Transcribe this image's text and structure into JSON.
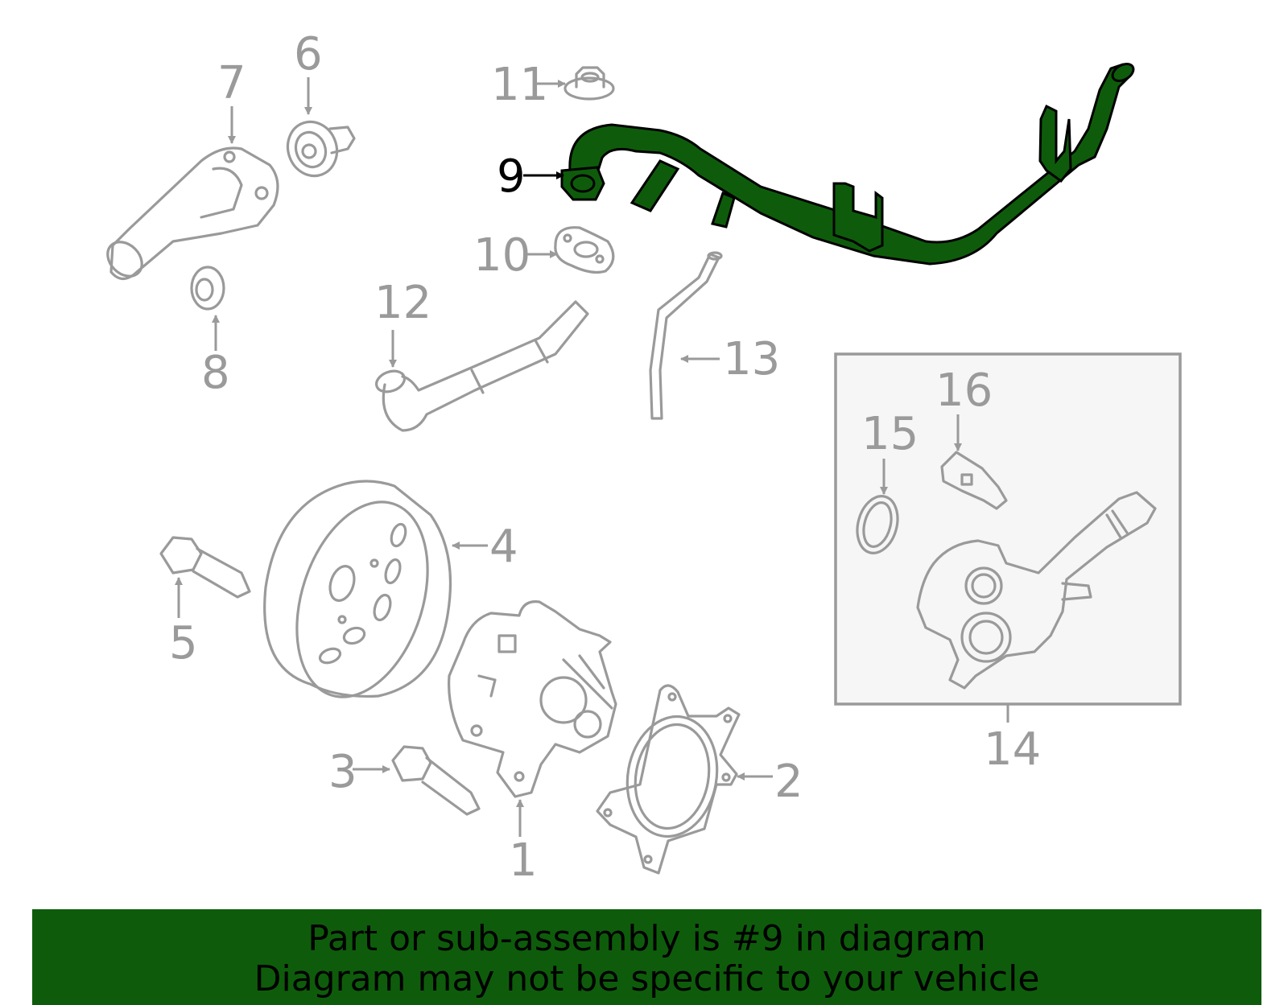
{
  "callouts": {
    "c1": "1",
    "c2": "2",
    "c3": "3",
    "c4": "4",
    "c5": "5",
    "c6": "6",
    "c7": "7",
    "c8": "8",
    "c9": "9",
    "c10": "10",
    "c11": "11",
    "c12": "12",
    "c13": "13",
    "c14": "14",
    "c15": "15",
    "c16": "16"
  },
  "highlighted_part": "9",
  "colors": {
    "highlight_fill": "#0e5c0b",
    "outline": "#9a9a9a",
    "banner_bg": "#0e5c0b",
    "assembly_box_bg": "#f6f6f6"
  },
  "banner": {
    "line1": "Part or sub-assembly is #9 in diagram",
    "line2": "Diagram may not be specific to your vehicle"
  }
}
